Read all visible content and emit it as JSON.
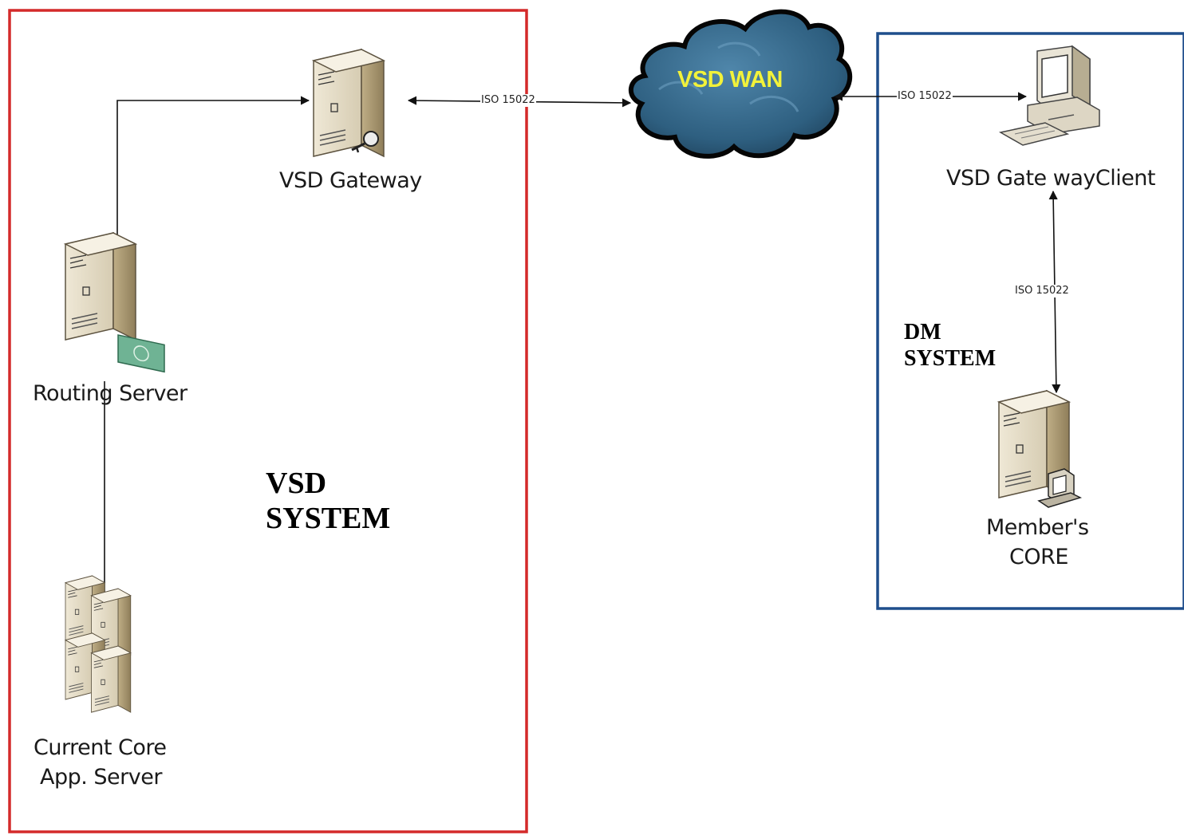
{
  "diagram": {
    "systems": {
      "vsd": {
        "line1": "VSD",
        "line2": "SYSTEM",
        "border_color": "#d42a2a"
      },
      "dm": {
        "line1": "DM",
        "line2": "SYSTEM",
        "border_color": "#1f4e8c"
      }
    },
    "cloud": {
      "label": "VSD WAN",
      "fill": "#3a6d8f",
      "outline": "#0c0c0c"
    },
    "nodes": {
      "vsd_gateway": {
        "label": "VSD Gateway",
        "icon": "server-with-key-icon"
      },
      "routing_server": {
        "label": "Routing Server",
        "icon": "server-with-card-icon"
      },
      "current_core": {
        "line1": "Current Core",
        "line2": "App. Server",
        "icon": "server-cluster-icon"
      },
      "gateway_client": {
        "label": "VSD Gate wayClient",
        "icon": "desktop-computer-icon"
      },
      "members_core": {
        "line1": "Member's",
        "line2": "CORE",
        "icon": "server-with-printer-icon"
      }
    },
    "edge_labels": {
      "gateway_to_wan": "ISO 15022",
      "wan_to_client": "ISO 15022",
      "client_to_core": "ISO  15022"
    }
  }
}
